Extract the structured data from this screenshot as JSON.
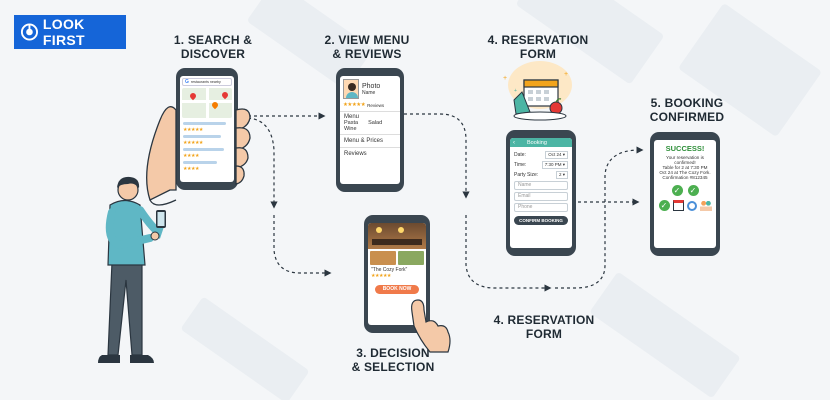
{
  "brand": {
    "logo_text": "LOOK FIRST"
  },
  "steps": {
    "s1": {
      "line1": "1. SEARCH &",
      "line2": "DISCOVER"
    },
    "s2": {
      "line1": "2. VIEW MENU",
      "line2": "& REVIEWS"
    },
    "s3": {
      "line1": "3. DECISION",
      "line2": "& SELECTION"
    },
    "s4a": {
      "line1": "4. RESERVATION",
      "line2": "FORM"
    },
    "s4b": {
      "line1": "4. RESERVATION",
      "line2": "FORM"
    },
    "s5": {
      "line1": "5. BOOKING",
      "line2": "CONFIRMED"
    }
  },
  "phone1": {
    "search_text": "restaurants nearby"
  },
  "phone2": {
    "photo": "Photo",
    "name": "Name",
    "reviews": "Reviews",
    "menu": "Menu",
    "pasta": "Pasta",
    "salad": "Salad",
    "wine": "Wine",
    "menu_prices": "Menu & Prices",
    "reviews_row": "Reviews"
  },
  "phone3": {
    "restaurant": "\"The Cozy Fork\"",
    "button": "BOOK NOW"
  },
  "phone4": {
    "header": "Booking",
    "date_label": "Date:",
    "date_value": "Oct 24",
    "time_label": "Time:",
    "time_value": "7:30 PM",
    "party_label": "Party Size:",
    "party_value": "2",
    "name_ph": "Name",
    "email_ph": "Email",
    "phone_ph": "Phone",
    "button": "CONFIRM BOOKING"
  },
  "phone5": {
    "success": "SUCCESS!",
    "line1": "Your reservation is",
    "line2": "confirmed!",
    "line3": "Table for 2 at 7:30 PM",
    "line4": "Oct 24 at The Cozy Fork.",
    "line5": "Confirmation #812345"
  },
  "colors": {
    "accent": "#4cb5a4",
    "brand": "#1565d8",
    "button": "#3a4650",
    "book": "#f07a4a",
    "success": "#2f8f3a"
  }
}
